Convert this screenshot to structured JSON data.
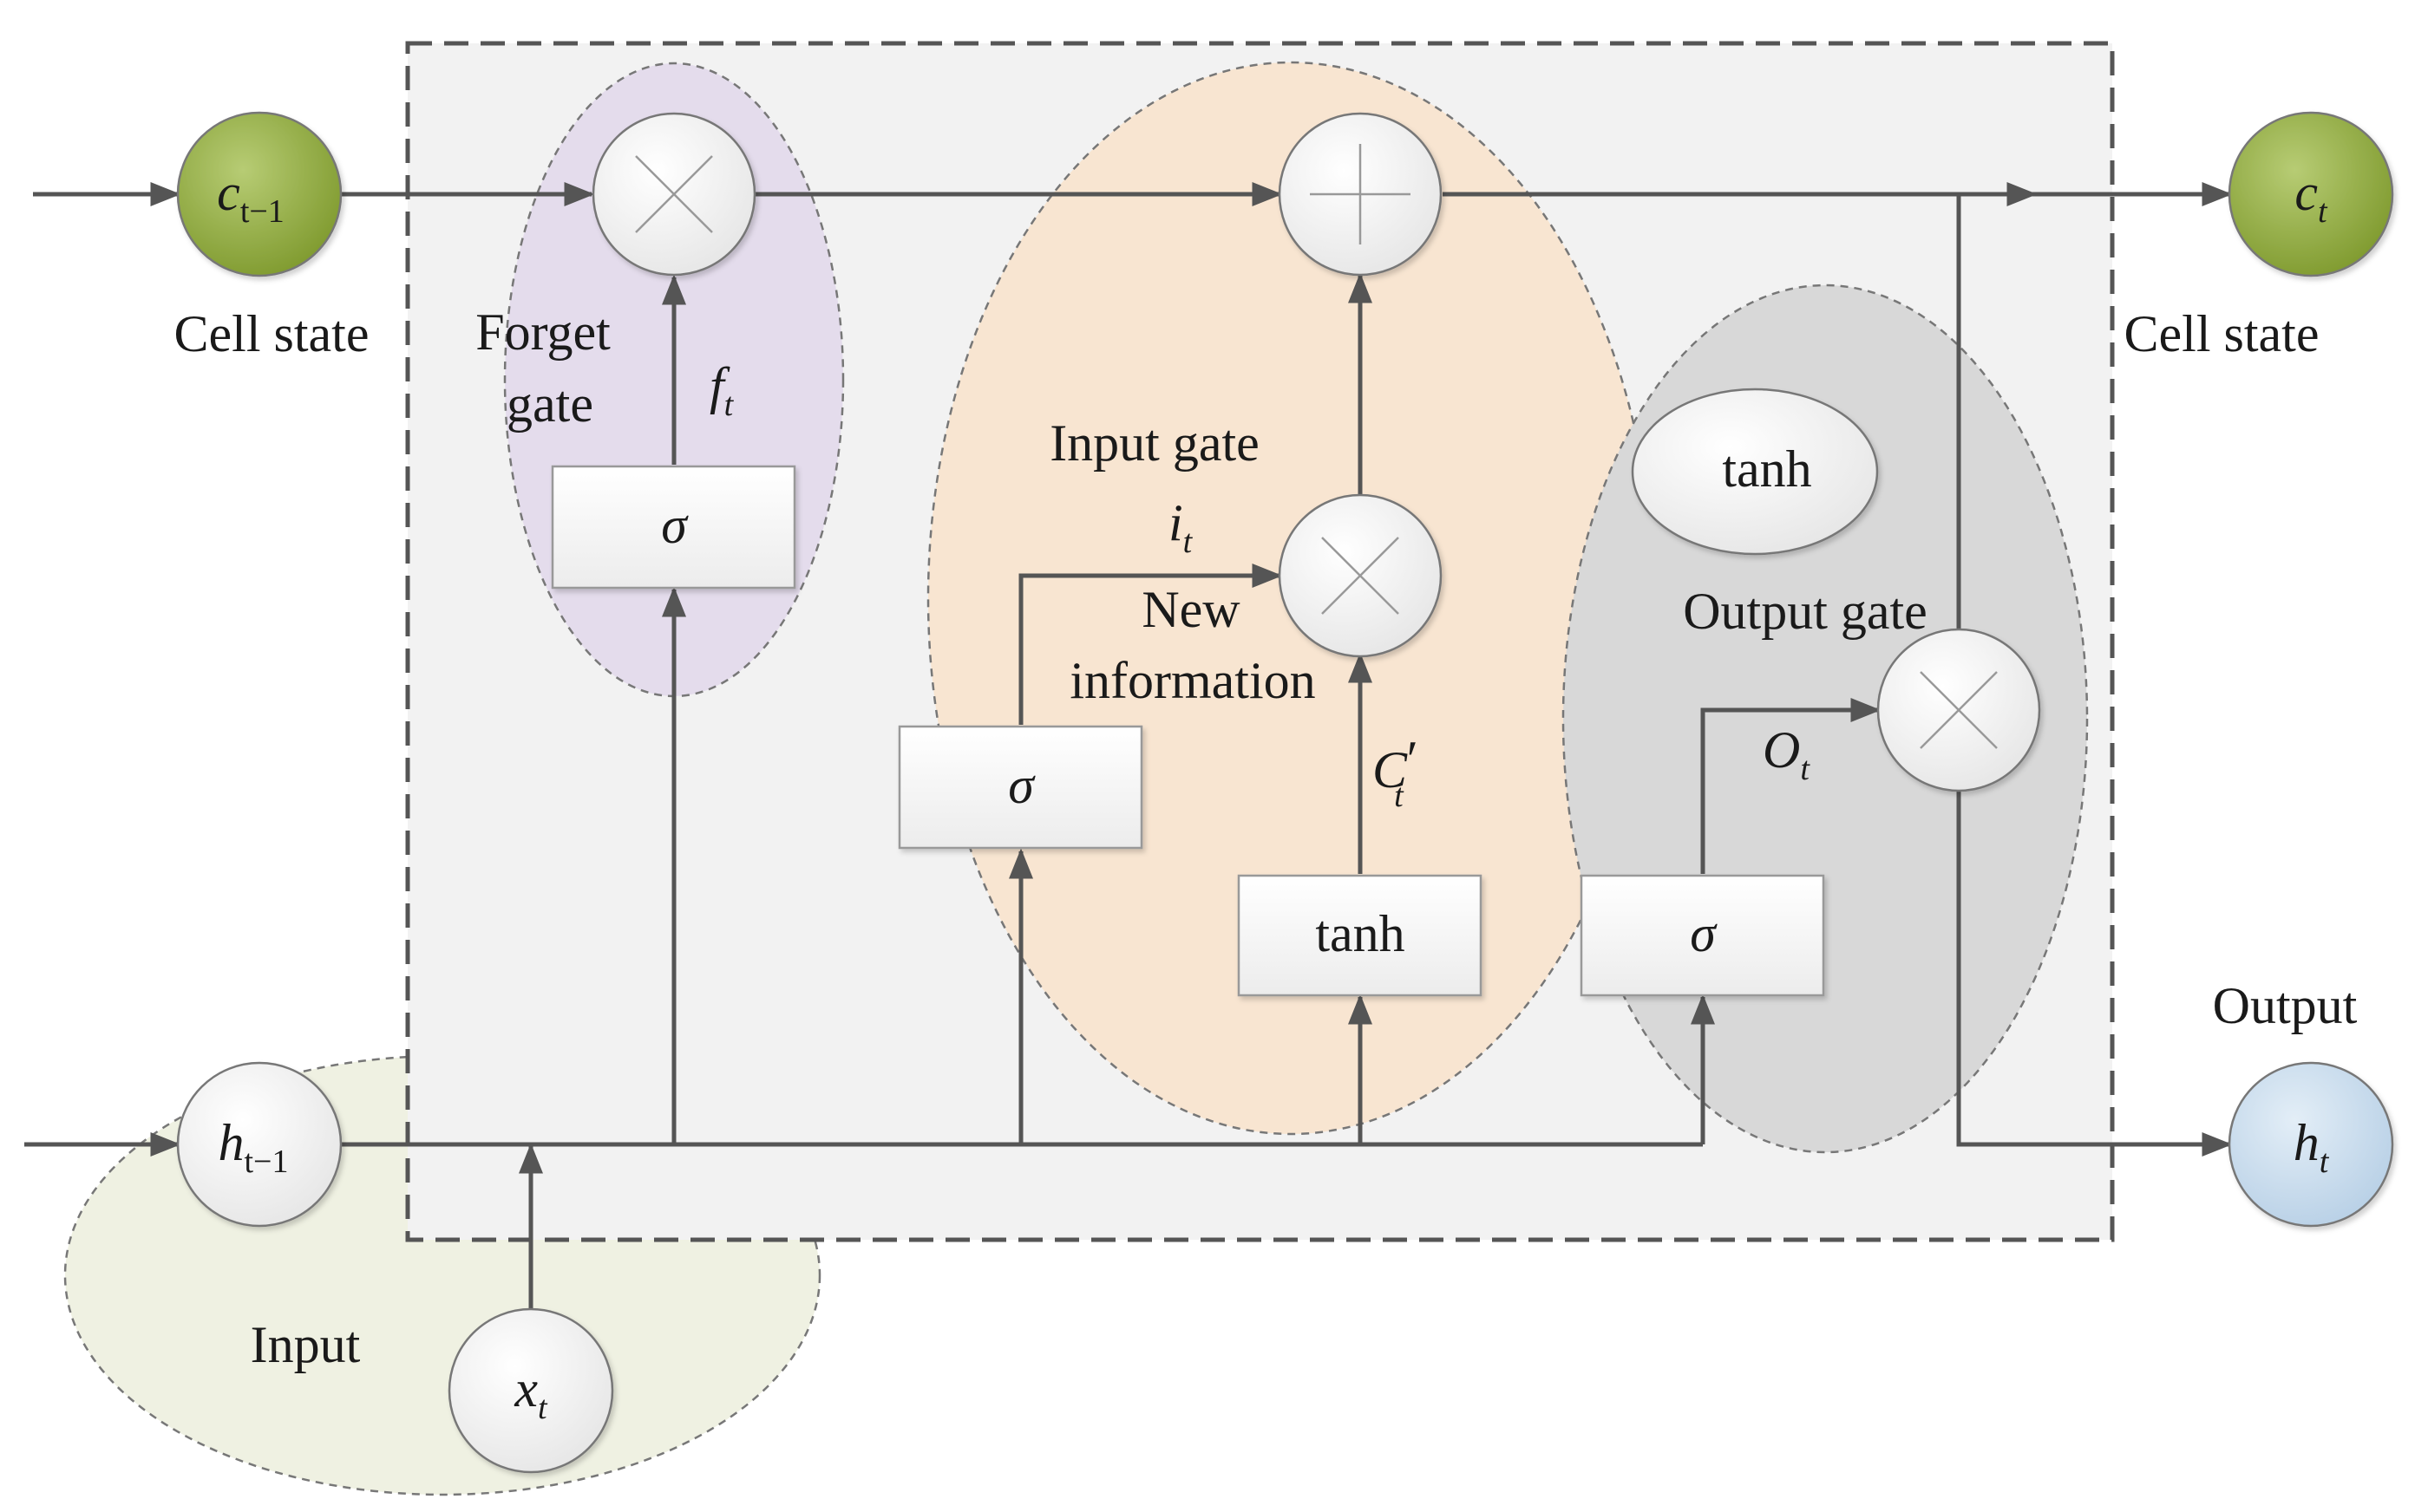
{
  "labels": {
    "cell_state_left": "Cell state",
    "cell_state_right": "Cell state",
    "forget_gate_line1": "Forget",
    "forget_gate_line2": "gate",
    "input_gate": "Input gate",
    "new_information_line1": "New",
    "new_information_line2": "information",
    "output_gate": "Output gate",
    "output": "Output",
    "input": "Input"
  },
  "blocks": {
    "forget_sigma": "σ",
    "input_sigma": "σ",
    "candidate_tanh": "tanh",
    "output_sigma": "σ",
    "output_tanh": "tanh"
  },
  "variables": {
    "c_prev": {
      "base": "c",
      "sub": "t−1"
    },
    "c_t": {
      "base": "c",
      "sub": "t"
    },
    "h_prev": {
      "base": "h",
      "sub": "t−1"
    },
    "h_t": {
      "base": "h",
      "sub": "t"
    },
    "x_t": {
      "base": "x",
      "sub": "t"
    },
    "f_t": {
      "base": "f",
      "sub": "t"
    },
    "i_t": {
      "base": "i",
      "sub": "t"
    },
    "c_candidate": {
      "base": "C",
      "sub": "t",
      "prime": "′"
    },
    "o_t": {
      "base": "O",
      "sub": "t"
    }
  },
  "colors": {
    "cell_state_node": "#8faa3c",
    "output_node": "#c8dced",
    "forget_region": "#e4dcec",
    "input_region": "#f8e5d1",
    "output_region": "#d8d8d8",
    "input_area": "#eff1e2",
    "cell_box": "#f2f2f2"
  }
}
